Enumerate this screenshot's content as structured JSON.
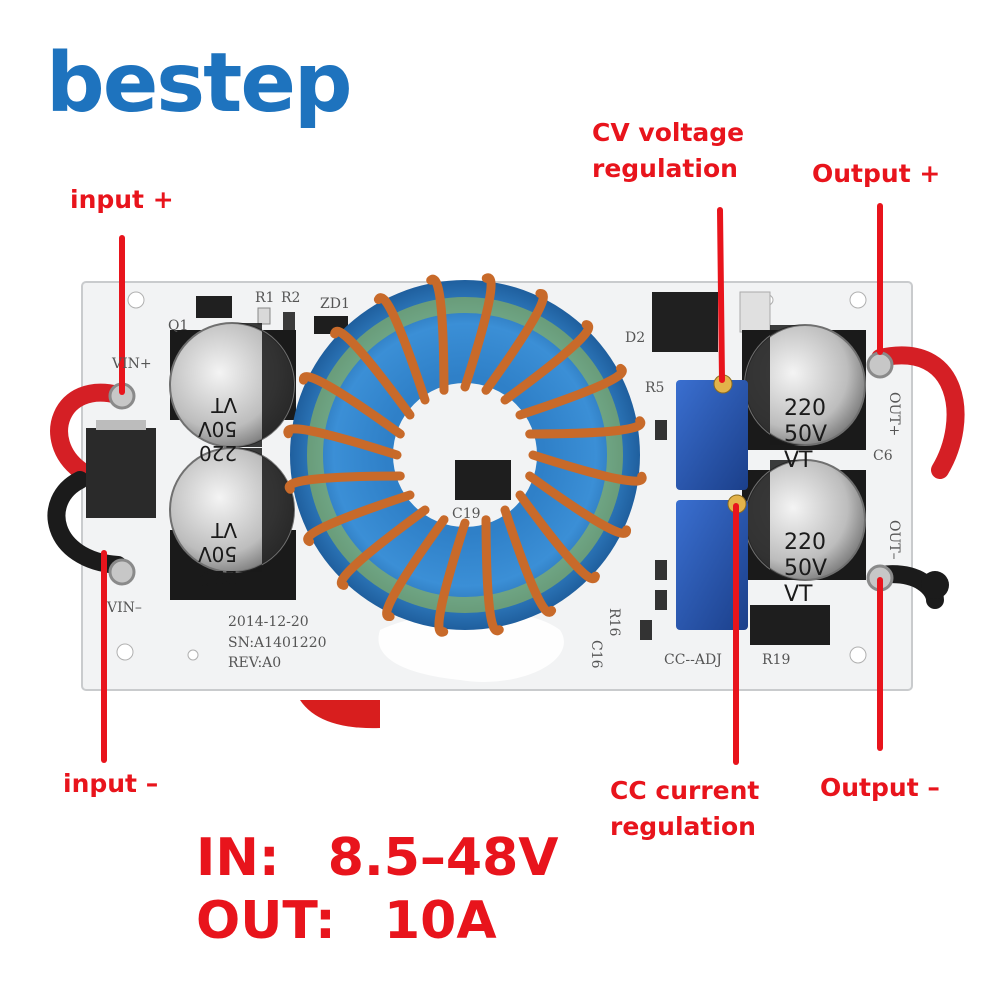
{
  "brand": {
    "logo_text": "bestep",
    "color": "#1e73be"
  },
  "callouts": {
    "input_plus": "input +",
    "input_minus": "input –",
    "cv_line1": "CV voltage",
    "cv_line2": "regulation",
    "cc_line1": "CC current",
    "cc_line2": "regulation",
    "output_plus": "Output +",
    "output_minus": "Output –",
    "color": "#e8141c"
  },
  "specs": {
    "in_label": "IN:",
    "in_value": "8.5–48V",
    "out_label": "OUT:",
    "out_value": "10A"
  },
  "silkscreen": {
    "vin_plus": "VIN+",
    "vin_minus": "VIN–",
    "q1": "Q1",
    "r1": "R1",
    "r2": "R2",
    "zd1": "ZD1",
    "d2": "D2",
    "r5": "R5",
    "c6": "C6",
    "out_plus": "OUT+",
    "out_minus": "OUT–",
    "c19": "C19",
    "r16": "R16",
    "c16": "C16",
    "cc_adj": "CC--ADJ",
    "r19": "R19",
    "date": "2014-12-20",
    "serial": "SN:A1401220",
    "revision": "REV:A0"
  },
  "capacitors": {
    "top_left": [
      "220",
      "50V",
      "VT"
    ],
    "bottom_left": [
      "220",
      "50V",
      "VT"
    ],
    "top_right": [
      "220",
      "50V",
      "VT"
    ],
    "bottom_right": [
      "220",
      "50V",
      "VT"
    ]
  }
}
